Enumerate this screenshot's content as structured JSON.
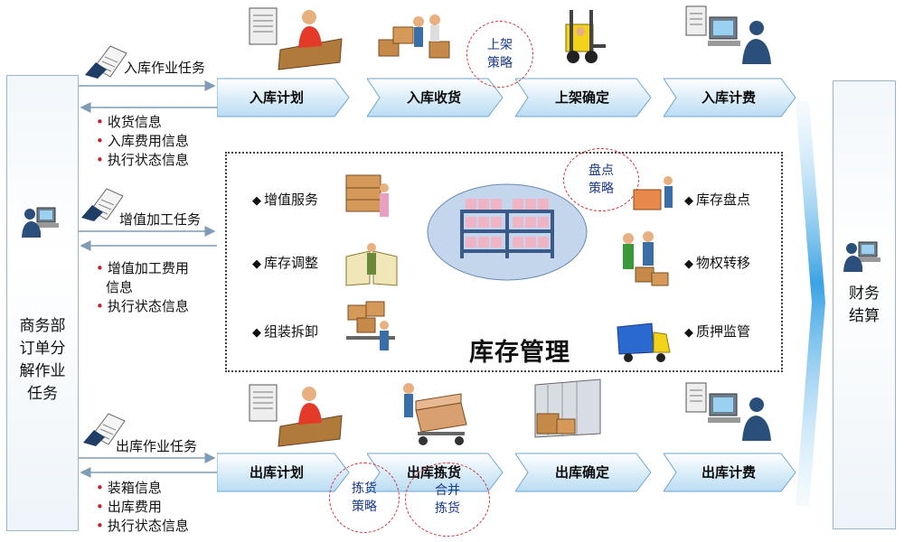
{
  "left_box": {
    "lines": [
      "商务部",
      "订单分",
      "解作业",
      "任务"
    ]
  },
  "right_box": {
    "lines": [
      "财务",
      "结算"
    ]
  },
  "inbound": {
    "task_label": "入库作业任务",
    "info": [
      "收货信息",
      "入库费用信息",
      "执行状态信息"
    ],
    "steps": [
      "入库计划",
      "入库收货",
      "上架确定",
      "入库计费"
    ],
    "strategy": [
      "上架",
      "策略"
    ]
  },
  "value_added": {
    "task_label": "增值加工任务",
    "info_item1": [
      "增值加工费用",
      "信息"
    ],
    "info_item2": "执行状态信息"
  },
  "outbound": {
    "task_label": "出库作业任务",
    "info": [
      "装箱信息",
      "出库费用",
      "执行状态信息"
    ],
    "steps": [
      "出库计划",
      "出库拣货",
      "出库确定",
      "出库计费"
    ],
    "strategy1": [
      "拣货",
      "策略"
    ],
    "strategy2": [
      "合并",
      "拣货"
    ]
  },
  "inventory": {
    "title": "库存管理",
    "left_services": [
      "增值服务",
      "库存调整",
      "组装拆卸"
    ],
    "right_services": [
      "库存盘点",
      "物权转移",
      "质押监管"
    ],
    "strategy": [
      "盘点",
      "策略"
    ]
  },
  "colors": {
    "step_fill_top": "#ffffff",
    "step_fill_bottom": "#b9dcf3",
    "step_stroke": "#6fa6cf",
    "strategy_circle": "#d0313a",
    "arrow": "#7f9bb5",
    "big_arrow": "#3aa3e3"
  },
  "icons": [
    "person-at-desk-icon",
    "boxes-workers-icon",
    "forklift-icon",
    "computer-user-icon",
    "warehouse-shelf-icon",
    "delivery-truck-icon",
    "document-icon"
  ]
}
